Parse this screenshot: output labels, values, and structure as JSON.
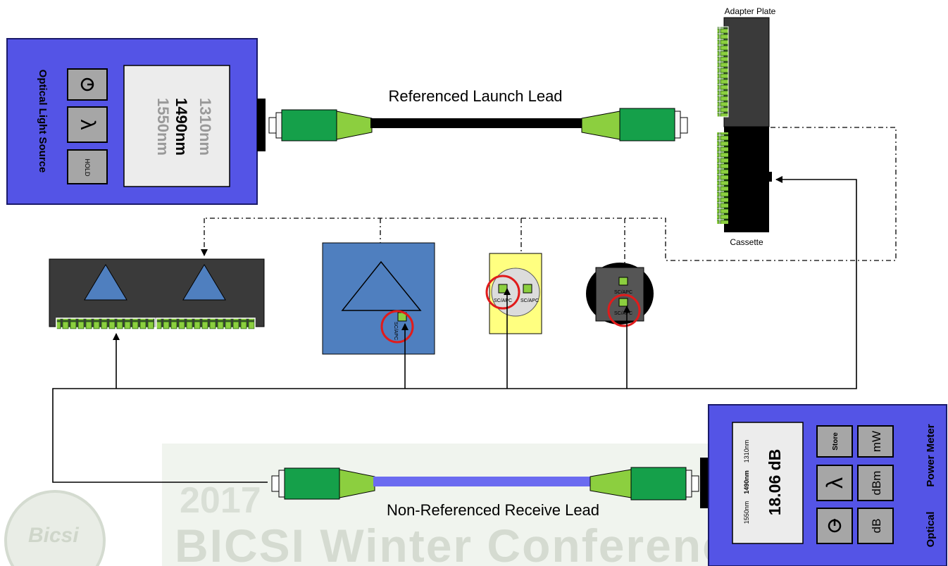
{
  "light_source": {
    "title": "Optical Light Source",
    "wavelengths": [
      "1310nm",
      "1490nm",
      "1550nm"
    ],
    "selected_wavelength": "1490nm",
    "hold_label": "HOLD",
    "lambda_symbol": "λ"
  },
  "power_meter": {
    "title_optical": "Optical",
    "title_meter": "Power Meter",
    "reading": "18.06 dB",
    "wavelengths": [
      "1310nm",
      "1490nm",
      "1550nm"
    ],
    "selected_wavelength": "1490nm",
    "buttons": {
      "store": "Store",
      "mw": "mW",
      "dbm": "dBm",
      "db": "dB",
      "lambda": "λ"
    }
  },
  "leads": {
    "launch": "Referenced Launch Lead",
    "receive": "Non-Referenced Receive Lead"
  },
  "panel": {
    "adapter_plate": "Adapter Plate",
    "cassette": "Cassette"
  },
  "connector_label": "SC/APC",
  "watermark": {
    "year": "2017",
    "text": "BICSI Winter Conference &",
    "logo": "BICSI"
  },
  "colors": {
    "device_blue": "#5454e6",
    "lead_green": "#15a04a",
    "boot_green": "#8ccf3f",
    "launch_cable": "#000000",
    "receive_cable": "#6b6bf0",
    "outlet_blue": "#4f7fbf",
    "faceplate_yellow": "#ffff80",
    "highlight_red": "#e01b1b",
    "dark_panel": "#3a3a3a"
  }
}
